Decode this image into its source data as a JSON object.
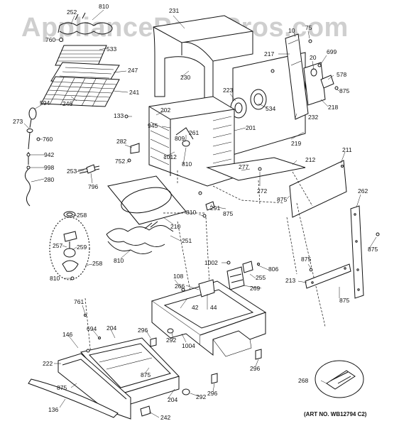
{
  "watermark": "AppliancePartsPros.com",
  "art_number": "(ART NO. WB12794 C2)",
  "callouts": [
    {
      "id": "252",
      "text": "252"
    },
    {
      "id": "810-top",
      "text": "810"
    },
    {
      "id": "760-top",
      "text": "760"
    },
    {
      "id": "533",
      "text": "533"
    },
    {
      "id": "247",
      "text": "247"
    },
    {
      "id": "241",
      "text": "241"
    },
    {
      "id": "246",
      "text": "246"
    },
    {
      "id": "594",
      "text": "594"
    },
    {
      "id": "273",
      "text": "273"
    },
    {
      "id": "760-mid",
      "text": "760"
    },
    {
      "id": "942",
      "text": "942"
    },
    {
      "id": "998",
      "text": "998"
    },
    {
      "id": "280",
      "text": "280"
    },
    {
      "id": "231",
      "text": "231"
    },
    {
      "id": "230",
      "text": "230"
    },
    {
      "id": "223",
      "text": "223"
    },
    {
      "id": "534",
      "text": "534"
    },
    {
      "id": "217",
      "text": "217"
    },
    {
      "id": "10",
      "text": "10"
    },
    {
      "id": "75",
      "text": "75"
    },
    {
      "id": "20",
      "text": "20"
    },
    {
      "id": "699",
      "text": "699"
    },
    {
      "id": "578",
      "text": "578"
    },
    {
      "id": "875-a",
      "text": "875"
    },
    {
      "id": "218",
      "text": "218"
    },
    {
      "id": "232",
      "text": "232"
    },
    {
      "id": "219",
      "text": "219"
    },
    {
      "id": "133",
      "text": "133"
    },
    {
      "id": "202",
      "text": "202"
    },
    {
      "id": "945",
      "text": "945"
    },
    {
      "id": "261",
      "text": "261"
    },
    {
      "id": "809",
      "text": "809"
    },
    {
      "id": "201",
      "text": "201"
    },
    {
      "id": "282",
      "text": "282"
    },
    {
      "id": "1012",
      "text": "1012"
    },
    {
      "id": "810-mid",
      "text": "810"
    },
    {
      "id": "752",
      "text": "752"
    },
    {
      "id": "211",
      "text": "211"
    },
    {
      "id": "212",
      "text": "212"
    },
    {
      "id": "277",
      "text": "277"
    },
    {
      "id": "253",
      "text": "253"
    },
    {
      "id": "796",
      "text": "796"
    },
    {
      "id": "272",
      "text": "272"
    },
    {
      "id": "875-b",
      "text": "875"
    },
    {
      "id": "262",
      "text": "262"
    },
    {
      "id": "291",
      "text": "291"
    },
    {
      "id": "810-low",
      "text": "810"
    },
    {
      "id": "875-c",
      "text": "875"
    },
    {
      "id": "258-a",
      "text": "258"
    },
    {
      "id": "210",
      "text": "210"
    },
    {
      "id": "875-d",
      "text": "875"
    },
    {
      "id": "257",
      "text": "257"
    },
    {
      "id": "259",
      "text": "259"
    },
    {
      "id": "251",
      "text": "251"
    },
    {
      "id": "258-b",
      "text": "258"
    },
    {
      "id": "810-el",
      "text": "810"
    },
    {
      "id": "810-bot",
      "text": "810"
    },
    {
      "id": "1002",
      "text": "1002"
    },
    {
      "id": "806",
      "text": "806"
    },
    {
      "id": "255",
      "text": "255"
    },
    {
      "id": "875-e",
      "text": "875"
    },
    {
      "id": "108",
      "text": "108"
    },
    {
      "id": "269",
      "text": "269"
    },
    {
      "id": "213",
      "text": "213"
    },
    {
      "id": "266",
      "text": "266"
    },
    {
      "id": "42",
      "text": "42"
    },
    {
      "id": "44",
      "text": "44"
    },
    {
      "id": "875-f",
      "text": "875"
    },
    {
      "id": "761",
      "text": "761"
    },
    {
      "id": "694",
      "text": "694"
    },
    {
      "id": "204-a",
      "text": "204"
    },
    {
      "id": "296-a",
      "text": "296"
    },
    {
      "id": "146",
      "text": "146"
    },
    {
      "id": "292-a",
      "text": "292"
    },
    {
      "id": "1004",
      "text": "1004"
    },
    {
      "id": "296-b",
      "text": "296"
    },
    {
      "id": "222",
      "text": "222"
    },
    {
      "id": "875-g",
      "text": "875"
    },
    {
      "id": "875-h",
      "text": "875"
    },
    {
      "id": "268",
      "text": "268"
    },
    {
      "id": "296-c",
      "text": "296"
    },
    {
      "id": "292-b",
      "text": "292"
    },
    {
      "id": "136",
      "text": "136"
    },
    {
      "id": "204-b",
      "text": "204"
    },
    {
      "id": "242",
      "text": "242"
    }
  ]
}
